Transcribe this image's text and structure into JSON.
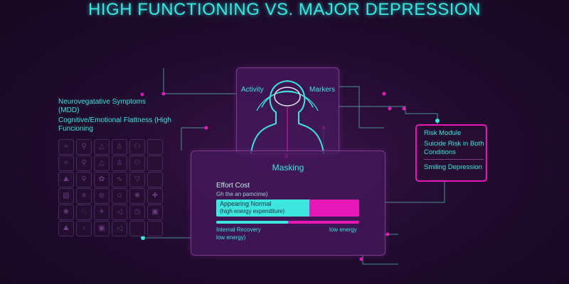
{
  "title": "HIGH FUNCTIONING VS. MAJOR DEPRESSION",
  "top_panel": {
    "left_label": "Activity",
    "right_label": "Markers"
  },
  "left": {
    "label1": "Neurovegatative Symptoms (MDD)",
    "label2": "Cognitive/Emotional Flattness (High Funcioning"
  },
  "grid_icons": [
    "≈",
    "⚲",
    "△",
    "♙",
    "⚇",
    "",
    "≈",
    "⚲",
    "△",
    "♙",
    "⚇",
    "",
    "⛰",
    "⚲",
    "✿",
    "∿",
    "▽",
    "",
    "▧",
    "≡",
    "⊖",
    "☺",
    "❀",
    "✚",
    "❀",
    "♘",
    "✈",
    "◁",
    "◷",
    "▣",
    "⛰",
    "♁",
    "▣",
    "◁",
    "",
    ""
  ],
  "masking": {
    "title": "Masking",
    "effort_label": "Effort Cost",
    "effort_sub": "Gh the an pamcime)",
    "bar_label": "Appearing Normal",
    "bar_sub": "(high energy expenditure)",
    "bar_fraction": 0.65,
    "recovery_fraction": 0.5,
    "recovery_label": "Internal Recovery",
    "recovery_sub": "low energy)",
    "right_label": "low energy"
  },
  "risk": {
    "title": "Risk Module",
    "item1": "Suicide Risk in Both Conditions",
    "item2": "Smiling Depression"
  },
  "colors": {
    "cyan": "#3ee6e0",
    "magenta": "#e619b8"
  }
}
